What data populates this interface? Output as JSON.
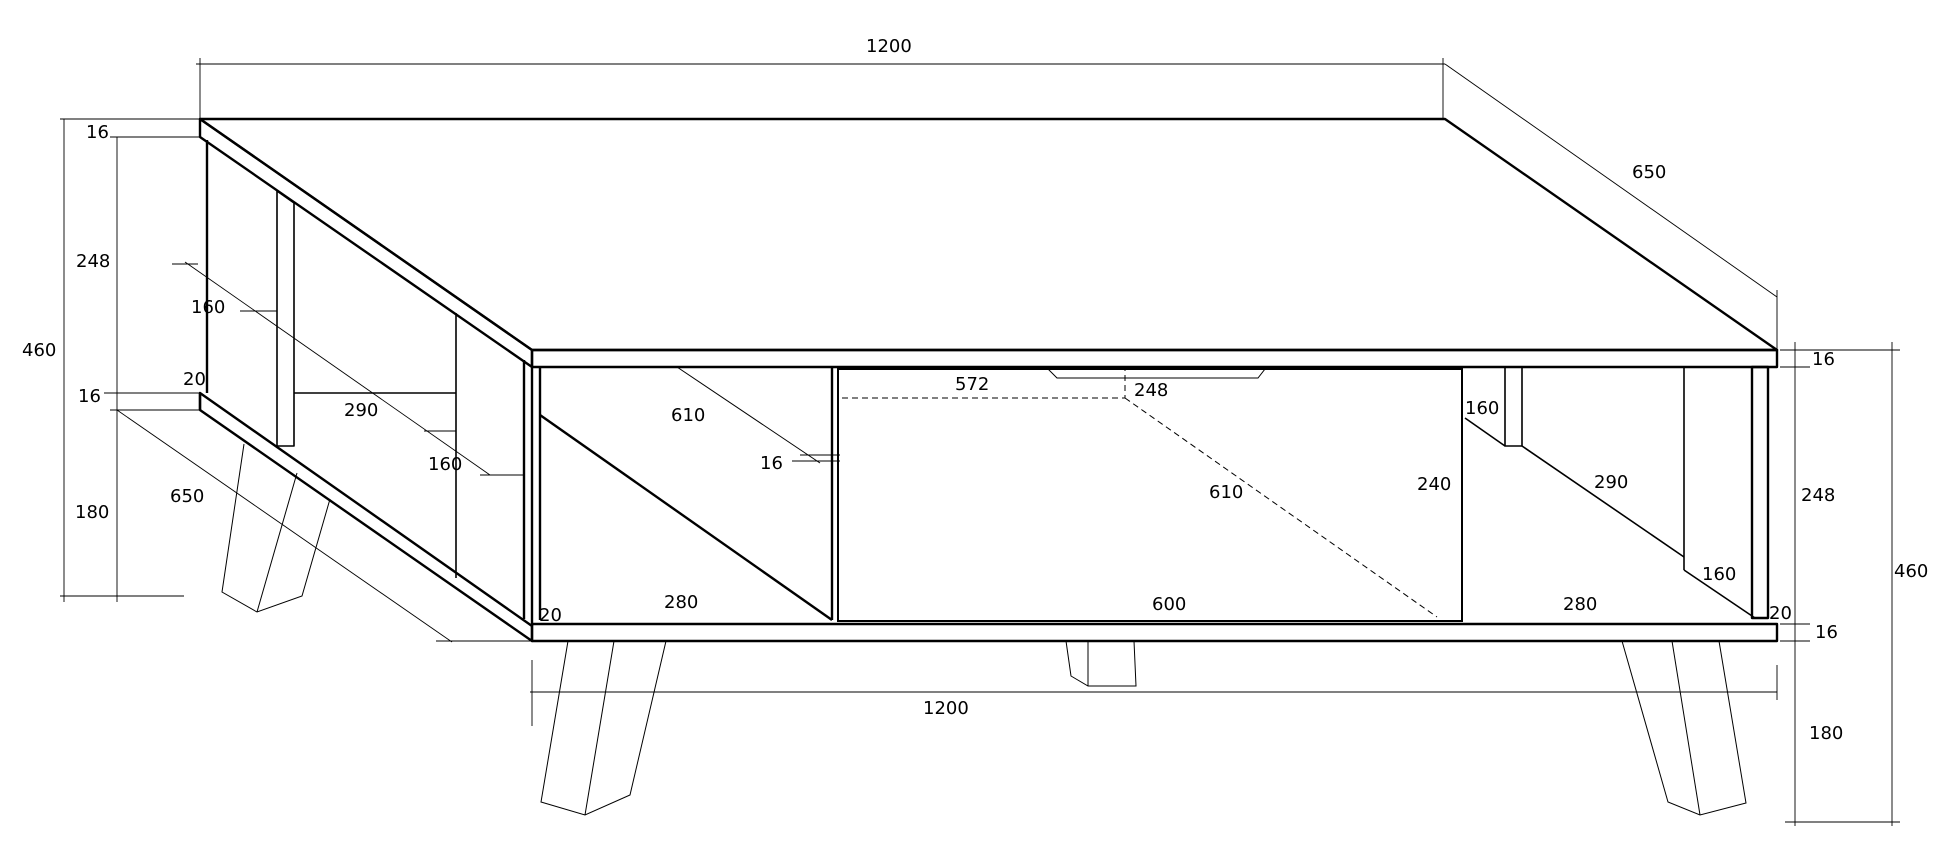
{
  "dimensions": {
    "top_width": "1200",
    "top_depth": "650",
    "left_thickness_top": "16",
    "left_height_total": "460",
    "left_upper_height": "248",
    "left_shelf_160": "160",
    "left_thickness_bottom": "16",
    "left_edge_20": "20",
    "left_shelf_290": "290",
    "left_inner_160": "160",
    "left_leg_height": "180",
    "left_depth": "650",
    "left_floor_20": "20",
    "left_floor_280": "280",
    "center_610_left": "610",
    "center_16": "16",
    "drawer_572": "572",
    "handle_248": "248",
    "drawer_610": "610",
    "drawer_240": "240",
    "drawer_600": "600",
    "right_160_top": "160",
    "right_290": "290",
    "right_160_bottom": "160",
    "right_floor_280": "280",
    "right_edge_20": "20",
    "right_thickness_top": "16",
    "right_upper_248": "248",
    "right_total_460": "460",
    "right_thickness_bottom": "16",
    "bottom_width": "1200",
    "right_leg_height": "180"
  }
}
